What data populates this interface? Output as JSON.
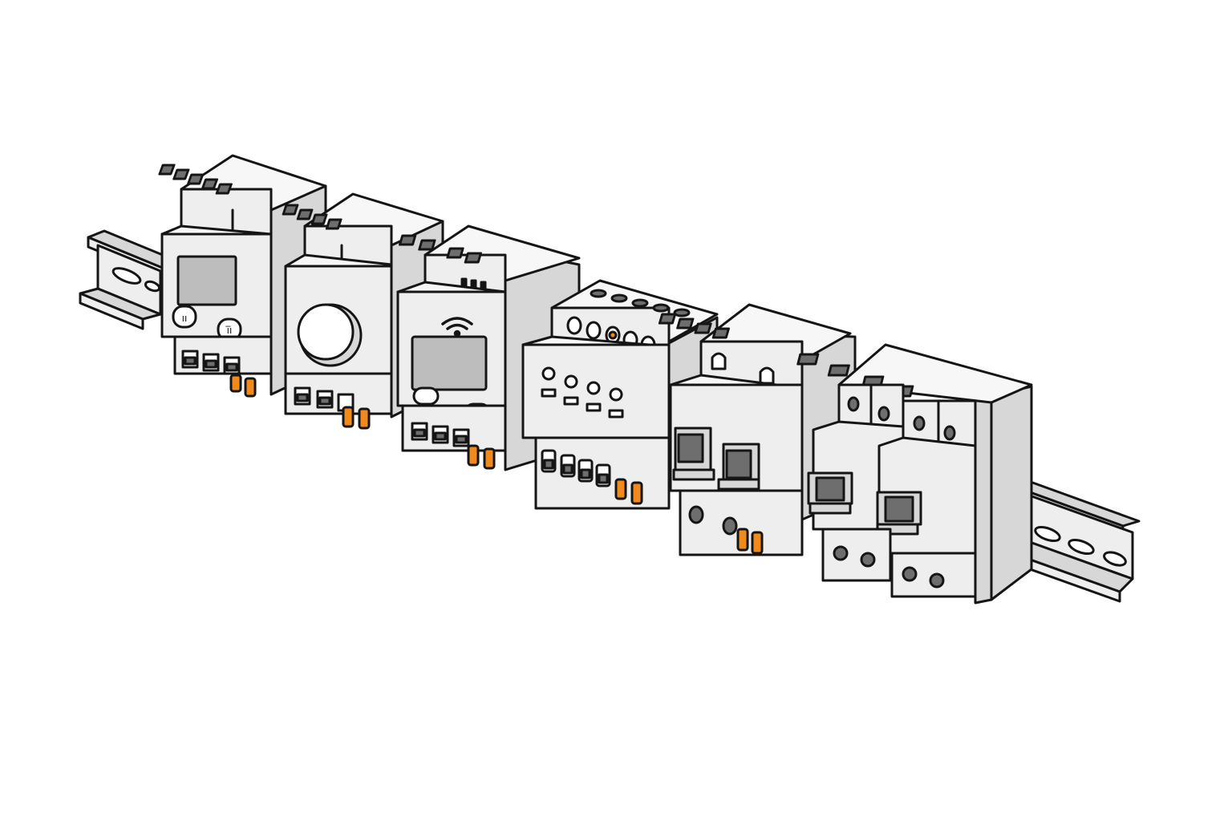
{
  "illustration": {
    "subject": "",
    "colors": {
      "outline": "#151515",
      "body_front": "#eeeeee",
      "body_side": "#d7d7d7",
      "body_top": "#f7f7f7",
      "display": "#bdbdbd",
      "accent": "#f08a1c",
      "rail": "#e4e4e4",
      "background": "#ffffff"
    },
    "modules": [
      {
        "kind": "energy-meter",
        "icon": "lcd-display-icon"
      },
      {
        "kind": "rotary-timer",
        "icon": "dial-knob-icon"
      },
      {
        "kind": "wifi-controller",
        "icon": "wifi-icon"
      },
      {
        "kind": "relay-module",
        "icon": "led-indicator-icon"
      },
      {
        "kind": "two-pole-breaker",
        "icon": "toggle-lever-icon"
      },
      {
        "kind": "breaker-pair",
        "icon": "toggle-lever-icon"
      }
    ]
  }
}
